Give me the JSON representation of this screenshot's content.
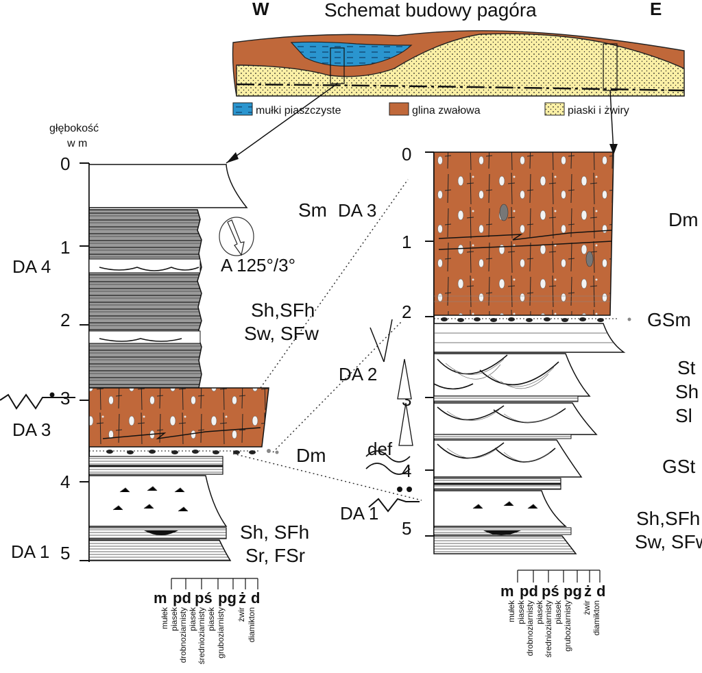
{
  "header": {
    "west": "W",
    "title": "Schemat budowy pagóra",
    "east": "E"
  },
  "legend": [
    {
      "label": "mułki piaszczyste",
      "color": "#2a95cf"
    },
    {
      "label": "glina zwałowa",
      "color": "#c0683a"
    },
    {
      "label": "piaski i żwiry",
      "color": "#fbf0a6"
    }
  ],
  "left_column": {
    "depth_label_1": "głębokość",
    "depth_label_2": "w m",
    "ticks": [
      "0",
      "1",
      "2",
      "3",
      "4",
      "5"
    ],
    "zones": [
      "DA 4",
      "DA 3",
      "DA 1"
    ],
    "facies": {
      "sm": "Sm",
      "sm_zone": "DA 3",
      "sh1": "Sh,SFh",
      "sw1": "Sw, SFw",
      "dm": "Dm",
      "sh2": "Sh, SFh",
      "sr": "Sr, FSr"
    },
    "orientation": "A 125°/3°"
  },
  "right_column": {
    "ticks": [
      "0",
      "1",
      "2",
      "3",
      "4",
      "5"
    ],
    "zones": [
      "DA 2",
      "DA 1"
    ],
    "def": "def",
    "facies": {
      "dm": "Dm",
      "gsm": "GSm",
      "st": "St",
      "sh": "Sh",
      "sl": "Sl",
      "gst": "GSt",
      "shsfh": "Sh,SFh",
      "swsfw": "Sw, SFw"
    }
  },
  "grain_scale": {
    "codes": [
      "m",
      "pd",
      "pś",
      "pg",
      "ż",
      "d"
    ],
    "names": [
      "mułek",
      "piasek",
      "drobnoziarnisty",
      "piasek",
      "średnioziarnisty",
      "piasek",
      "gruboziarnisty",
      "żwir",
      "diamikton"
    ]
  },
  "colors": {
    "till": "#c0683a",
    "silt": "#2a95cf",
    "sand": "#fbf0a6",
    "laminae": "#8c8c8c"
  }
}
